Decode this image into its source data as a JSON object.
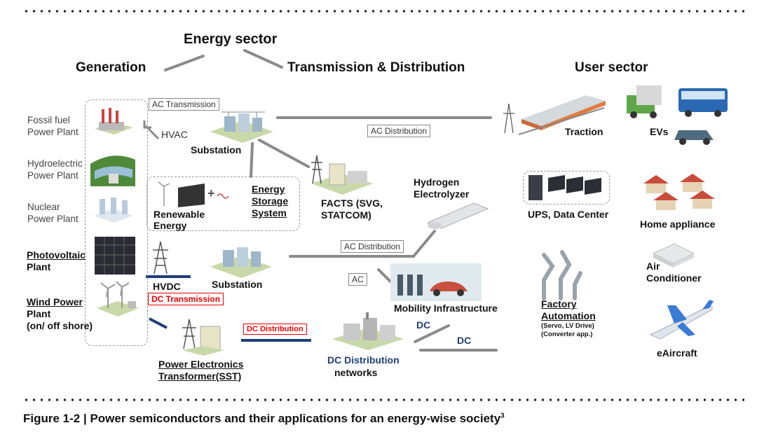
{
  "title": "Energy sector",
  "sections": {
    "generation": "Generation",
    "transmission": "Transmission & Distribution",
    "user": "User sector"
  },
  "generation": {
    "fossil_1": "Fossil fuel",
    "fossil_2": "Power Plant",
    "hydro_1": "Hydroelectric",
    "hydro_2": "Power Plant",
    "nuclear_1": "Nuclear",
    "nuclear_2": "Power Plant",
    "pv_1": "Photovoltaic",
    "pv_2": "Plant",
    "wind_1": "Wind Power",
    "wind_2": "Plant",
    "wind_3": "(on/ off shore)"
  },
  "tnd": {
    "ac_transmission": "AC Transmission",
    "hvac": "HVAC",
    "substation_top": "Substation",
    "ac_distribution_top": "AC Distribution",
    "facts_1": "FACTS (SVG,",
    "facts_2": "STATCOM)",
    "renewable_1": "Renewable",
    "renewable_2": "Energy",
    "ess_1": "Energy",
    "ess_2": "Storage",
    "ess_3": "System",
    "hydrogen_1": "Hydrogen",
    "hydrogen_2": "Electrolyzer",
    "ac_distribution_mid": "AC Distribution",
    "ac": "AC",
    "hvdc": "HVDC",
    "dc_transmission": "DC Transmission",
    "substation_bottom": "Substation",
    "mobility": "Mobility Infrastructure",
    "dc_distribution_box": "DC Distribution",
    "dc_label_1": "DC",
    "dc_label_2": "DC",
    "pet_1": "Power Electronics",
    "pet_2": "Transformer(SST)",
    "dcnet_1": "DC Distribution",
    "dcnet_2": "networks"
  },
  "users": {
    "traction": "Traction",
    "evs": "EVs",
    "ups": "UPS, Data Center",
    "home": "Home appliance",
    "air_1": "Air",
    "air_2": "Conditioner",
    "factory_1": "Factory",
    "factory_2": "Automation",
    "factory_3": "(Servo, LV Drive)",
    "factory_4": "(Converter app.)",
    "eaircraft": "eAircraft"
  },
  "caption": "Figure 1-2 | Power semiconductors and their applications for an energy-wise society",
  "caption_sup": "3",
  "colors": {
    "line": "#8a8a8a",
    "red": "#e00000",
    "navy": "#1f3d7a",
    "green": "#6aa84f"
  }
}
